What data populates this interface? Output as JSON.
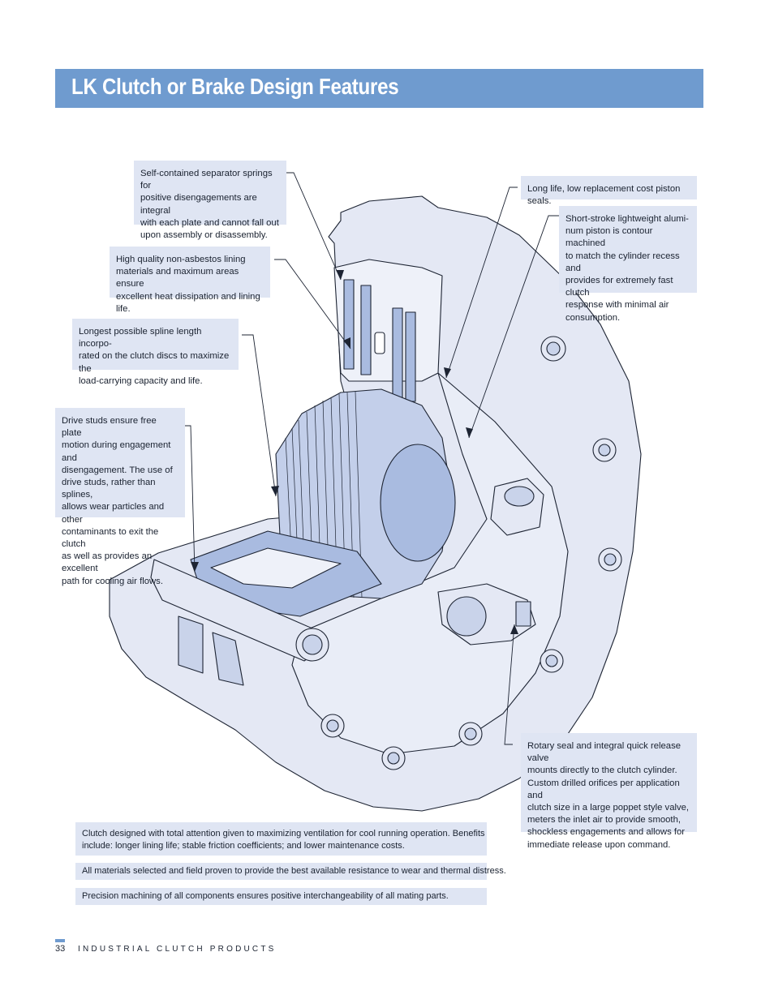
{
  "title": "LK Clutch or Brake Design Features",
  "callouts": {
    "separator_springs": [
      "Self-contained separator springs for",
      "positive disengagements are integral",
      "with each plate and cannot fall out",
      "upon assembly or disassembly."
    ],
    "lining": [
      "High quality non-asbestos lining",
      "materials and maximum areas ensure",
      "excellent heat dissipation and lining life."
    ],
    "spline": [
      "Longest possible spline length incorpo-",
      "rated on the clutch discs to maximize the",
      "load-carrying capacity and life."
    ],
    "drive_studs": [
      "Drive studs ensure free plate",
      "motion during engagement and",
      "disengagement. The use of",
      "drive studs, rather than splines,",
      "allows wear particles and other",
      "contaminants to exit the clutch",
      "as well as provides an excellent",
      "path for cooling air flows."
    ],
    "piston_seals": [
      "Long life, low replacement cost piston seals."
    ],
    "piston": [
      "Short-stroke lightweight alumi-",
      "num piston is contour machined",
      "to match the cylinder recess and",
      "provides for extremely fast clutch",
      "response with minimal air",
      "consumption."
    ],
    "rotary_seal": [
      "Rotary seal and integral quick release valve",
      "mounts directly to the clutch cylinder.",
      "Custom drilled orifices per application and",
      "clutch size in a large poppet style valve,",
      "meters the inlet air to provide smooth,",
      "shockless engagements and allows for",
      "immediate release upon command."
    ]
  },
  "notes": {
    "ventilation": [
      "Clutch designed with total attention given to maximizing ventilation for cool running operation. Benefits",
      "include: longer lining life; stable friction coefficients; and lower maintenance costs."
    ],
    "materials": "All materials selected and field proven to provide the best available resistance to wear and thermal distress.",
    "precision": "Precision machining of all components ensures positive interchangeability of all mating parts."
  },
  "footer": {
    "page_number": "33",
    "publication": "INDUSTRIAL CLUTCH PRODUCTS"
  },
  "colors": {
    "title_bar": "#6f9bcf",
    "callout_bg": "#dfe5f3",
    "housing_fill": "#e4e8f4",
    "cutaway_fill": "#a9bbe0"
  }
}
